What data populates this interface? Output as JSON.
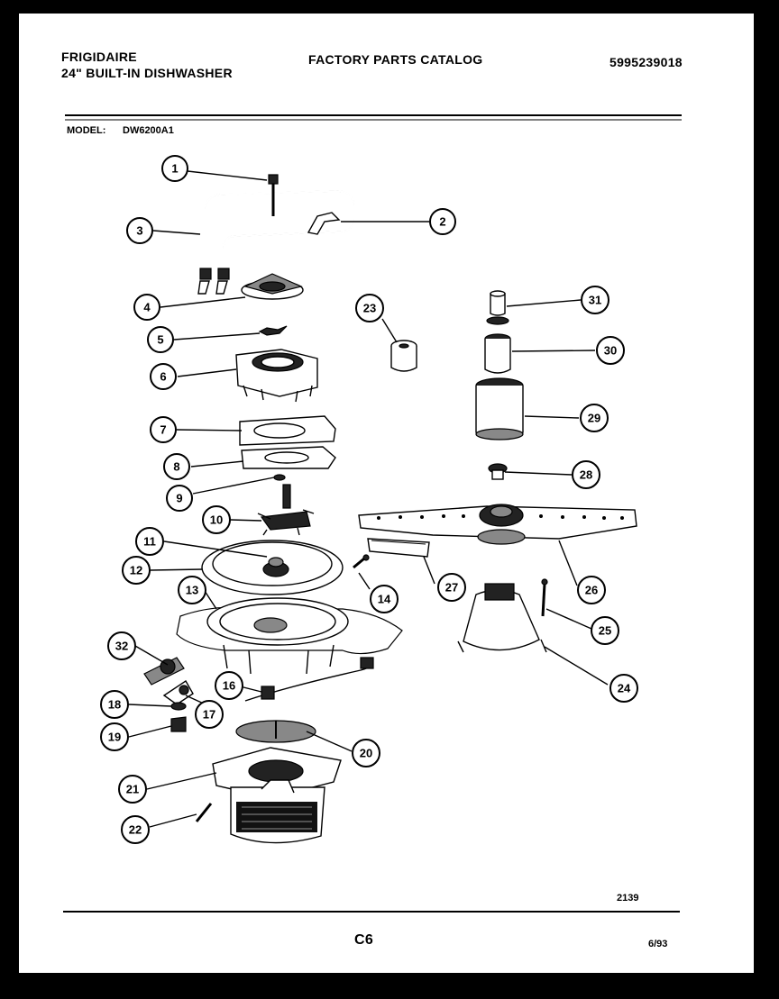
{
  "header": {
    "brand": "FRIGIDAIRE",
    "product": "24\" BUILT-IN DISHWASHER",
    "catalog": "FACTORY PARTS CATALOG",
    "catalog_number": "5995239018",
    "model_label": "MODEL:",
    "model_value": "DW6200A1"
  },
  "callouts": [
    "1",
    "2",
    "3",
    "4",
    "5",
    "6",
    "7",
    "8",
    "9",
    "10",
    "11",
    "12",
    "13",
    "14",
    "16",
    "17",
    "18",
    "19",
    "20",
    "21",
    "22",
    "23",
    "24",
    "25",
    "26",
    "27",
    "28",
    "29",
    "30",
    "31",
    "32"
  ],
  "footer": {
    "diagram_number": "2139",
    "page_code": "C6",
    "date": "6/93"
  }
}
